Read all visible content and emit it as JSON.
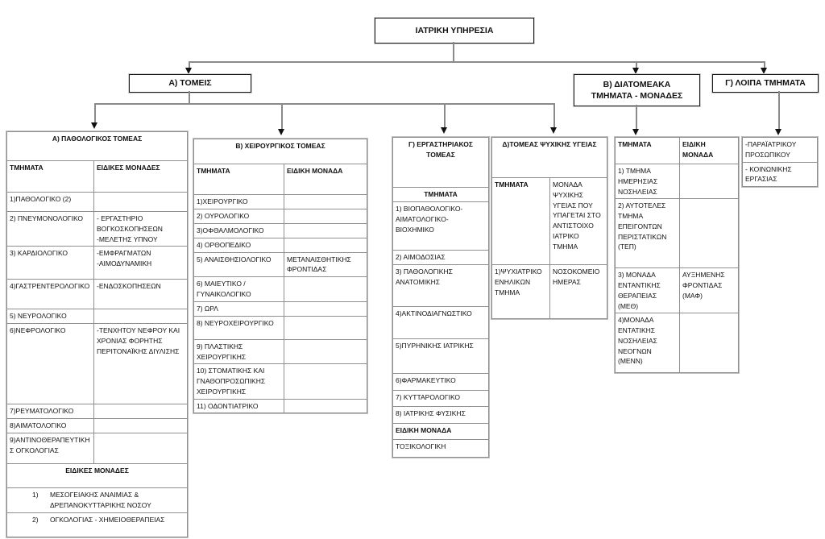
{
  "root_title": "ΙΑΤΡΙΚΗ ΥΠΗΡΕΣΙΑ",
  "branch_a": "Α) ΤΟΜΕΙΣ",
  "branch_b_line1": "Β) ΔΙΑΤΟΜΕΑΚΑ",
  "branch_b_line2": "ΤΜΗΜΑΤΑ - ΜΟΝΑΔΕΣ",
  "branch_c": "Γ) ΛΟΙΠΑ ΤΜΗΜΑΤΑ",
  "pathology": {
    "title": "Α) ΠΑΘΟΛΟΓΙΚΟΣ ΤΟΜΕΑΣ",
    "h1": "ΤΜΗΜΑΤΑ",
    "h2": "ΕΙΔΙΚΕΣ ΜΟΝΑΔΕΣ",
    "rows": [
      {
        "dept": "1)ΠΑΘΟΛΟΓΙΚΟ  (2)",
        "u1": "",
        "u2": ""
      },
      {
        "dept": "2) ΠΝΕΥΜΟΝΟΛΟΓΙΚΟ",
        "u1": "- ΕΡΓΑΣΤΗΡΙΟ ΒΟΓΚΟΣΚΟΠΗΣΕΩΝ",
        "u2": " -ΜΕΛΕΤΗΣ ΥΠΝΟΥ"
      },
      {
        "dept": "3) ΚΑΡΔΙΟΛΟΓΙΚΟ",
        "u1": "-ΕΜΦΡΑΓΜΑΤΩΝ",
        "u2": "-ΑΙΜΟΔΥΝΑΜΙΚΗ"
      },
      {
        "dept": "4)ΓΑΣΤΡΕΝΤΕΡΟΛΟΓΙΚΟ",
        "u1": "-ΕΝΔΟΣΚΟΠΗΣΕΩΝ",
        "u2": ""
      },
      {
        "dept": "5) ΝΕΥΡΟΛΟΓΙΚΟ",
        "u1": "",
        "u2": ""
      },
      {
        "dept": "6)ΝΕΦΡΟΛΟΓΙΚΟ",
        "u1": "-ΤΕΝΧΗΤΟΥ ΝΕΦΡΟΥ ΚΑΙ ΧΡΟΝΙΑΣ ΦΟΡΗΤΗΣ ΠΕΡΙΤΟΝΑΪΚΗΣ ΔΙΥΛΙΣΗΣ",
        "u2": ""
      },
      {
        "dept": "7)ΡΕΥΜΑΤΟΛΟΓΙΚΟ",
        "u1": "",
        "u2": ""
      },
      {
        "dept": "8)ΑΙΜΑΤΟΛΟΓΙΚΟ",
        "u1": "",
        "u2": ""
      },
      {
        "dept": "9)ΑΝΤΙΝΟΘΕΡΑΠΕΥΤΙΚΗΣ ΟΓΚΟΛΟΓΙΑΣ",
        "u1": "",
        "u2": ""
      }
    ],
    "special_title": "ΕΙΔΙΚΕΣ ΜΟΝΑΔΕΣ",
    "special": [
      {
        "num": "1)",
        "label": "ΜΕΣΟΓΕΙΑΚΗΣ ΑΝΑΙΜΙΑΣ & ΔΡΕΠΑΝΟΚΥΤΤΑΡΙΚΗΣ  ΝΟΣΟΥ"
      },
      {
        "num": "2)",
        "label": "ΟΓΚΟΛΟΓΙΑΣ - ΧΗΜΕΙΟΘΕΡΑΠΕΙΑΣ"
      }
    ]
  },
  "surgical": {
    "title": "Β) ΧΕΙΡΟΥΡΓΙΚΟΣ ΤΟΜΕΑΣ",
    "h1": "ΤΜΗΜΑΤΑ",
    "h2": "ΕΙΔΙΚΗ ΜΟΝΑΔΑ",
    "rows": [
      {
        "dept": "1)ΧΕΙΡΟΥΡΓΙΚΟ",
        "unit": ""
      },
      {
        "dept": "2) ΟΥΡΟΛΟΓΙΚΟ",
        "unit": ""
      },
      {
        "dept": "3)ΟΦΘΑΛΜΟΛΟΓΙΚΟ",
        "unit": ""
      },
      {
        "dept": "4) ΟΡΘΟΠΕΔΙΚΟ",
        "unit": ""
      },
      {
        "dept": "5) ΑΝΑΙΣΘΗΣΙΟΛΟΓΙΚΟ",
        "unit": "ΜΕΤΑΝΑΙΣΘΗΤΙΚΗΣ ΦΡΟΝΤΙΔΑΣ"
      },
      {
        "dept": "6) ΜΑΙΕΥΤΙΚΟ /ΓΥΝΑΙΚΟΛΟΓΙΚΟ",
        "unit": ""
      },
      {
        "dept": "7) ΩΡΛ",
        "unit": ""
      },
      {
        "dept": "8) ΝΕΥΡΟΧΕΙΡΟΥΡΓΙΚΟ",
        "unit": ""
      },
      {
        "dept": "9) ΠΛΑΣΤΙΚΗΣ ΧΕΙΡΟΥΡΓΙΚΗΣ",
        "unit": ""
      },
      {
        "dept": "10) ΣΤΟΜΑΤΙΚΗΣ  ΚΑΙ ΓΝΑΘΟΠΡΟΣΩΠΙΚΗΣ ΧΕΙΡΟΥΡΓΙΚΗΣ",
        "unit": ""
      },
      {
        "dept": "11) ΟΔΟΝΤΙΑΤΡΙΚΟ",
        "unit": ""
      }
    ]
  },
  "laboratory": {
    "title": "Γ) ΕΡΓΑΣΤΗΡΙΑΚΟΣ ΤΟΜΕΑΣ",
    "h1": "ΤΜΗΜΑΤΑ",
    "rows": [
      "1) ΒΙΟΠΑΘΟΛΟΓΙΚΟ-ΑΙΜΑΤΟΛΟΓΙΚΟ-ΒΙΟΧΗΜΙΚΟ",
      "2) ΑΙΜΟΔΟΣΙΑΣ",
      "3) ΠΑΘΟΛΟΓΙΚΗΣ ΑΝΑΤΟΜΙΚΗΣ",
      "4)ΑΚΤΙΝΟΔΙΑΓΝΩΣΤΙΚΟ",
      "5)ΠΥΡΗΝΙΚΗΣ ΙΑΤΡΙΚΗΣ",
      "6)ΦΑΡΜΑΚΕΥΤΙΚΟ",
      "7) ΚΥΤΤΑΡΟΛΟΓΙΚΟ",
      "8) ΙΑΤΡΙΚΗΣ ΦΥΣΙΚΗΣ"
    ],
    "special_title": "ΕΙΔΙΚΗ ΜΟΝΑΔΑ",
    "special": "ΤΟΞΙΚΟΛΟΓΙΚΗ"
  },
  "mentalhealth": {
    "title": "Δ)ΤΟΜΕΑΣ ΨΥΧΙΚΗΣ ΥΓΕΙΑΣ",
    "h1": "ΤΜΗΜΑΤΑ",
    "h2": "ΜΟΝΑΔΑ ΨΥΧΙΚΗΣ ΥΓΕΙΑΣ ΠΟΥ ΥΠΑΓΕΤΑΙ ΣΤΟ ΑΝΤΙΣΤΟΙΧΟ ΙΑΤΡΙΚΟ ΤΜΗΜΑ",
    "rows": [
      {
        "dept": "1)ΨΥΧΙΑΤΡΙΚΟ ΕΝΗΛΙΚΩΝ ΤΜΗΜΑ",
        "unit": "ΝΟΣΟΚΟΜΕΙΟ ΗΜΕΡΑΣ"
      }
    ]
  },
  "interdept": {
    "h1": "ΤΜΗΜΑΤΑ",
    "h2": "ΕΙΔΙΚΗ ΜΟΝΑΔΑ",
    "rows": [
      {
        "dept": "1) ΤΜΗΜΑ ΗΜΕΡΗΣΙΑΣ ΝΟΣΗΛΕΙΑΣ",
        "unit": ""
      },
      {
        "dept": "2) ΑΥΤΟΤΕΛΕΣ ΤΜΗΜΑ ΕΠΕΙΓΟΝΤΩΝ ΠΕΡΙΣΤΑΤΙΚΩΝ (ΤΕΠ)",
        "unit": ""
      },
      {
        "dept": "3) ΜΟΝΑΔΑ ΕΝΤΑΝΤΙΚΗΣ ΘΕΡΑΠΕΙΑΣ (ΜΕΘ)",
        "unit": "ΑΥΞΗΜΕΝΗΣ ΦΡΟΝΤΙΔΑΣ (ΜΑΦ)"
      },
      {
        "dept": "4)ΜΟΝΑΔΑ ΕΝΤΑΤΙΚΗΣ ΝΟΣΗΛΕΙΑΣ ΝΕΟΓΝΩΝ (ΜΕΝΝ)",
        "unit": ""
      }
    ]
  },
  "other": {
    "rows": [
      "-ΠΑΡΑΪΑΤΡΙΚΟΥ ΠΡΟΣΩΠΙΚΟΥ",
      "- ΚΟΙΝΩΝΙΚΗΣ ΕΡΓΑΣΙΑΣ"
    ]
  }
}
